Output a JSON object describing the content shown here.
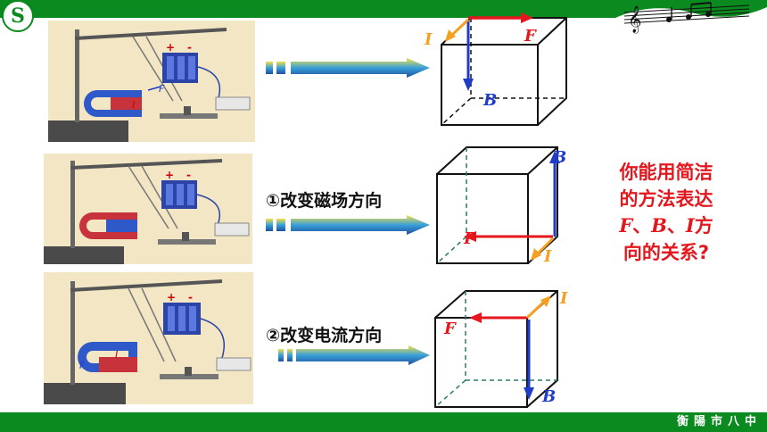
{
  "header": {
    "logo_text": "S"
  },
  "footer": {
    "school": "衡陽市八中"
  },
  "rows": [
    {
      "label": "",
      "vectors": {
        "I": "I",
        "F": "F",
        "B": "B"
      },
      "photo_labels": {
        "plus": "+",
        "minus": "-",
        "force": "F",
        "current": "I"
      }
    },
    {
      "label": "①改变磁场方向",
      "vectors": {
        "I": "I",
        "F": "F",
        "B": "B"
      },
      "photo_labels": {
        "plus": "+",
        "minus": "-"
      }
    },
    {
      "label": "②改变电流方向",
      "vectors": {
        "I": "I",
        "F": "F",
        "B": "B"
      },
      "photo_labels": {
        "plus": "+",
        "minus": "-",
        "force": "F",
        "current": "I"
      }
    }
  ],
  "question": {
    "line1": "你能用简洁",
    "line2": "的方法表达",
    "line3_a": "F",
    "line3_b": "、",
    "line3_c": "B",
    "line3_d": "、",
    "line3_e": "I",
    "line3_f": "方",
    "line4": "向的关系?"
  },
  "colors": {
    "green": "#0b8a1f",
    "force": "#e3171d",
    "field": "#1f3cc7",
    "current": "#f4a020"
  }
}
